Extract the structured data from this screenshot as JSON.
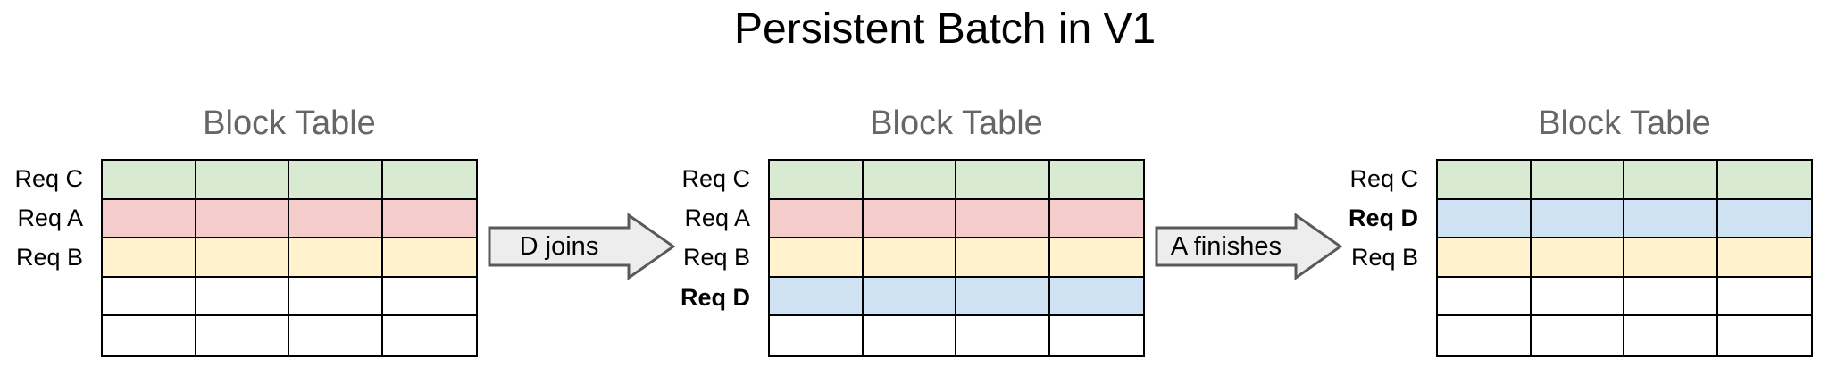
{
  "title": "Persistent Batch in V1",
  "tables": [
    {
      "title": "Block Table",
      "cols": 4,
      "rows": [
        {
          "label": "Req C",
          "bold": false,
          "color": "green"
        },
        {
          "label": "Req A",
          "bold": false,
          "color": "red"
        },
        {
          "label": "Req B",
          "bold": false,
          "color": "yellow"
        },
        {
          "label": "",
          "bold": false,
          "color": "white"
        },
        {
          "label": "",
          "bold": false,
          "color": "white"
        }
      ]
    },
    {
      "title": "Block Table",
      "cols": 4,
      "rows": [
        {
          "label": "Req C",
          "bold": false,
          "color": "green"
        },
        {
          "label": "Req A",
          "bold": false,
          "color": "red"
        },
        {
          "label": "Req B",
          "bold": false,
          "color": "yellow"
        },
        {
          "label": "Req D",
          "bold": true,
          "color": "blue"
        },
        {
          "label": "",
          "bold": false,
          "color": "white"
        }
      ]
    },
    {
      "title": "Block Table",
      "cols": 4,
      "rows": [
        {
          "label": "Req C",
          "bold": false,
          "color": "green"
        },
        {
          "label": "Req D",
          "bold": true,
          "color": "blue"
        },
        {
          "label": "Req B",
          "bold": false,
          "color": "yellow"
        },
        {
          "label": "",
          "bold": false,
          "color": "white"
        },
        {
          "label": "",
          "bold": false,
          "color": "white"
        }
      ]
    }
  ],
  "arrows": [
    {
      "label": "D joins"
    },
    {
      "label": "A finishes"
    }
  ],
  "colors": {
    "green": "#d9ead3",
    "red": "#f4cccc",
    "yellow": "#fff2cc",
    "blue": "#cfe2f3",
    "white": "#ffffff",
    "border": "#000000",
    "title_gray": "#666666",
    "arrow_fill": "#ededed",
    "arrow_stroke": "#595959",
    "text": "#000000"
  }
}
